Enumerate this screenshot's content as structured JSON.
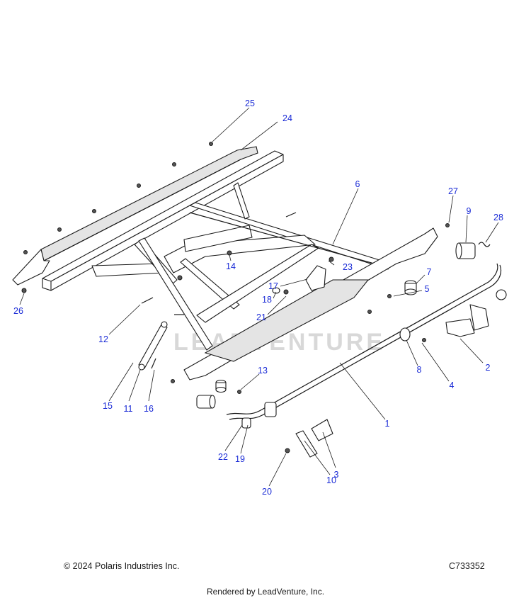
{
  "watermark": "LEADVENTURE",
  "callouts": [
    {
      "label": "1"
    },
    {
      "label": "2"
    },
    {
      "label": "3"
    },
    {
      "label": "4"
    },
    {
      "label": "5"
    },
    {
      "label": "6"
    },
    {
      "label": "7"
    },
    {
      "label": "8"
    },
    {
      "label": "9"
    },
    {
      "label": "10"
    },
    {
      "label": "11"
    },
    {
      "label": "12"
    },
    {
      "label": "13"
    },
    {
      "label": "14"
    },
    {
      "label": "15"
    },
    {
      "label": "16"
    },
    {
      "label": "17"
    },
    {
      "label": "18"
    },
    {
      "label": "19"
    },
    {
      "label": "20"
    },
    {
      "label": "21"
    },
    {
      "label": "22"
    },
    {
      "label": "23"
    },
    {
      "label": "24"
    },
    {
      "label": "25"
    },
    {
      "label": "26"
    },
    {
      "label": "27"
    },
    {
      "label": "28"
    }
  ],
  "footer": {
    "copyright": "© 2024 Polaris Industries Inc.",
    "diagram_code": "C733352",
    "rendered_by": "Rendered by LeadVenture, Inc."
  },
  "colors": {
    "callout": "#1a2bd6",
    "line": "#1a1a1a"
  }
}
